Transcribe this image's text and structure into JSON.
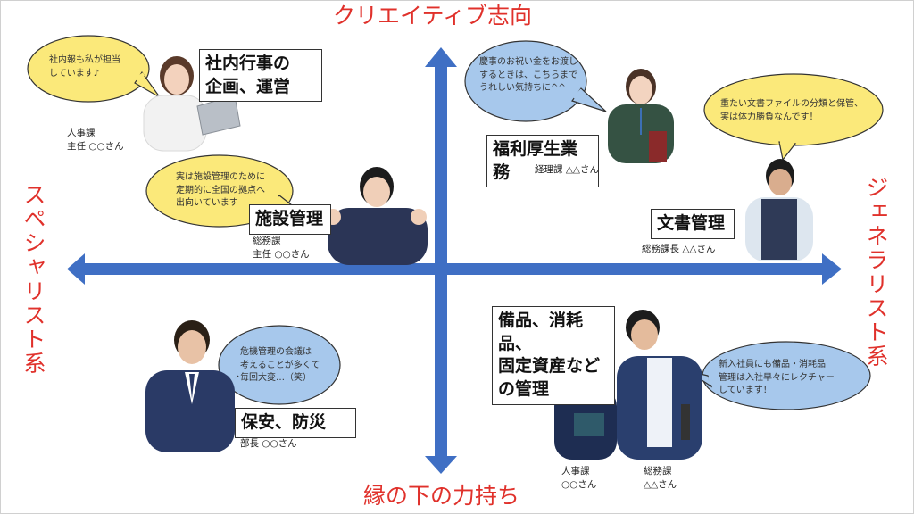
{
  "axes": {
    "top": "クリエイティブ志向",
    "bottom": "縁の下の力持ち",
    "left": "スペシャリスト系",
    "right": "ジェネラリスト系"
  },
  "colors": {
    "axis": "#3f6fc4",
    "axis_label": "#e0312b",
    "bubble_yellow": "#fbe97a",
    "bubble_blue": "#a7c8ec"
  },
  "items": [
    {
      "id": "events",
      "task": "社内行事の\n企画、運営",
      "bubble": "社内報も私が担当\nしています♪",
      "caption": "人事課\n主任 ○○さん"
    },
    {
      "id": "facilities",
      "task": "施設管理",
      "bubble": "実は施設管理のために\n定期的に全国の拠点へ\n出向いています",
      "caption": "総務課\n主任 ○○さん"
    },
    {
      "id": "welfare",
      "task": "福利厚生業務",
      "bubble": "慶事のお祝い金をお渡し\nするときは、こちらまで\nうれしい気持ちに^^",
      "caption": "経理課 △△さん"
    },
    {
      "id": "documents",
      "task": "文書管理",
      "bubble": "重たい文書ファイルの分類と保管、\n実は体力勝負なんです！",
      "caption": "総務課長 △△さん"
    },
    {
      "id": "security",
      "task": "保安、防災",
      "bubble": "危機管理の会議は\n考えることが多くて\n毎回大変…（笑）",
      "caption": "部長 ○○さん"
    },
    {
      "id": "supplies",
      "task": "備品、消耗品、\n固定資産など\nの管理",
      "bubble": "新入社員にも備品・消耗品\n管理は入社早々にレクチャー\nしています！",
      "caption_left": "人事課\n○○さん",
      "caption_right": "総務課\n△△さん"
    }
  ]
}
